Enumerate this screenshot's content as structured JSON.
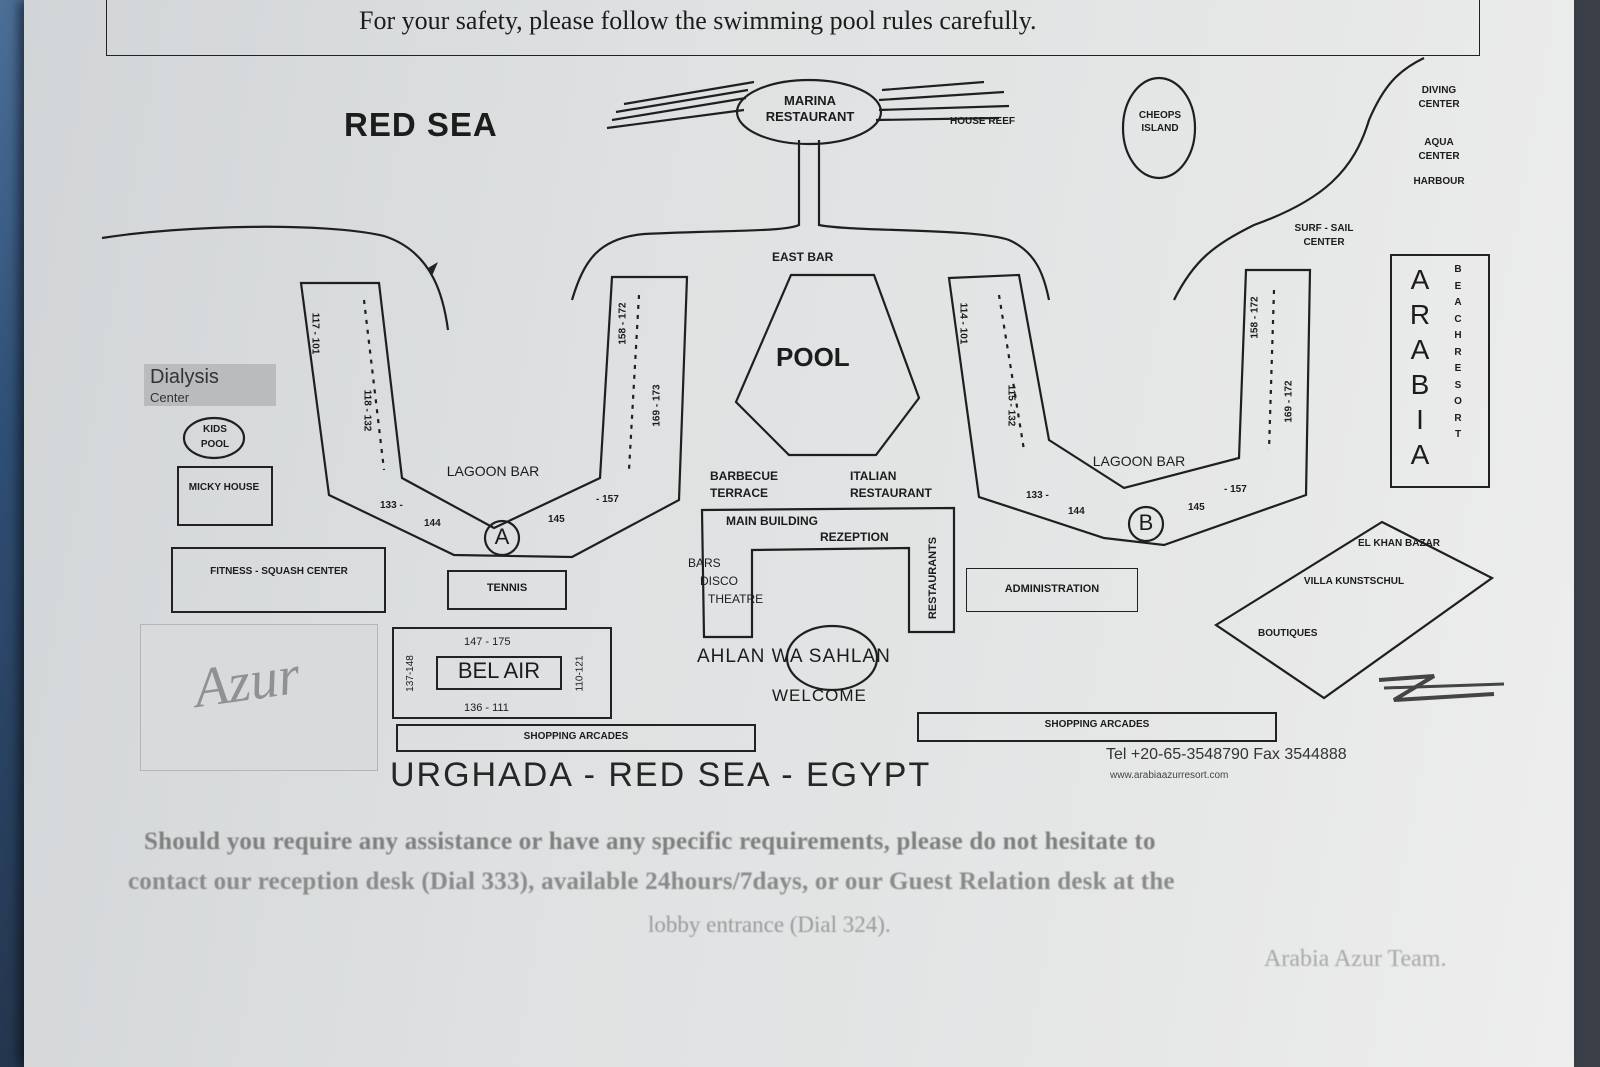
{
  "header": {
    "safety_notice": "For your safety, please follow the swimming pool rules carefully."
  },
  "map": {
    "sea_label": "RED SEA",
    "marina": "MARINA RESTAURANT",
    "house_reef": "HOUSE REEF",
    "cheops_island": "CHEOPS ISLAND",
    "diving_center": "DIVING CENTER",
    "aqua_center": "AQUA CENTER",
    "harbour": "HARBOUR",
    "surf_sail": "SURF - SAIL CENTER",
    "east_bar": "EAST BAR",
    "pool": "POOL",
    "dialysis": "Dialysis",
    "dialysis_sub": "Center",
    "kids_pool": "KIDS POOL",
    "micky_house": "MICKY HOUSE",
    "fitness": "FITNESS - SQUASH CENTER",
    "tennis": "TENNIS",
    "lagoon_bar_a": "LAGOON BAR",
    "lagoon_bar_b": "LAGOON BAR",
    "marker_a": "A",
    "marker_b": "B",
    "barbecue": "BARBECUE TERRACE",
    "italian": "ITALIAN RESTAURANT",
    "main_building": "MAIN BUILDING",
    "reception": "REZEPTION",
    "restaurants": "RESTAURANTS",
    "bars": "BARS",
    "disco": "DISCO",
    "theatre": "THEATRE",
    "ahlan": "AHLAN WA SAHLAN",
    "welcome": "WELCOME",
    "administration": "ADMINISTRATION",
    "el_khan": "EL KHAN BAZAR",
    "villa": "VILLA KUNSTSCHUL",
    "boutiques": "BOUTIQUES",
    "bel_air": "BEL AIR",
    "bel_air_top": "147 - 175",
    "bel_air_bottom": "136 - 111",
    "bel_air_left": "137-148",
    "bel_air_right": "110-121",
    "shopping_left": "SHOPPING ARCADES",
    "shopping_right": "SHOPPING ARCADES",
    "arabia": "ARABIA",
    "beach_resort": "BEACH RESORT",
    "rooms_a_1": "117 - 101",
    "rooms_a_2": "118 - 132",
    "rooms_a_3": "133 -",
    "rooms_a_4": "144",
    "rooms_a_5": "145",
    "rooms_a_6": "- 157",
    "rooms_a_7": "158 - 172",
    "rooms_a_8": "169 - 173",
    "rooms_b_1": "114 - 101",
    "rooms_b_2": "115 - 132",
    "rooms_b_3": "133 -",
    "rooms_b_4": "144",
    "rooms_b_5": "145",
    "rooms_b_6": "- 157",
    "rooms_b_7": "158 - 172",
    "rooms_b_8": "169 - 172",
    "handwriting": "Azur",
    "location": "URGHADA - RED SEA - EGYPT",
    "tel": "Tel +20-65-3548790 Fax 3544888",
    "website": "www.arabiaazurresort.com"
  },
  "footer": {
    "assist_line1": "Should you require any assistance or have any specific requirements, please do not hesitate to",
    "assist_line2": "contact our reception desk (Dial 333), available 24hours/7days, or our Guest Relation desk at the",
    "assist_line3": "lobby entrance (Dial 324).",
    "signature": "Arabia Azur Team."
  }
}
